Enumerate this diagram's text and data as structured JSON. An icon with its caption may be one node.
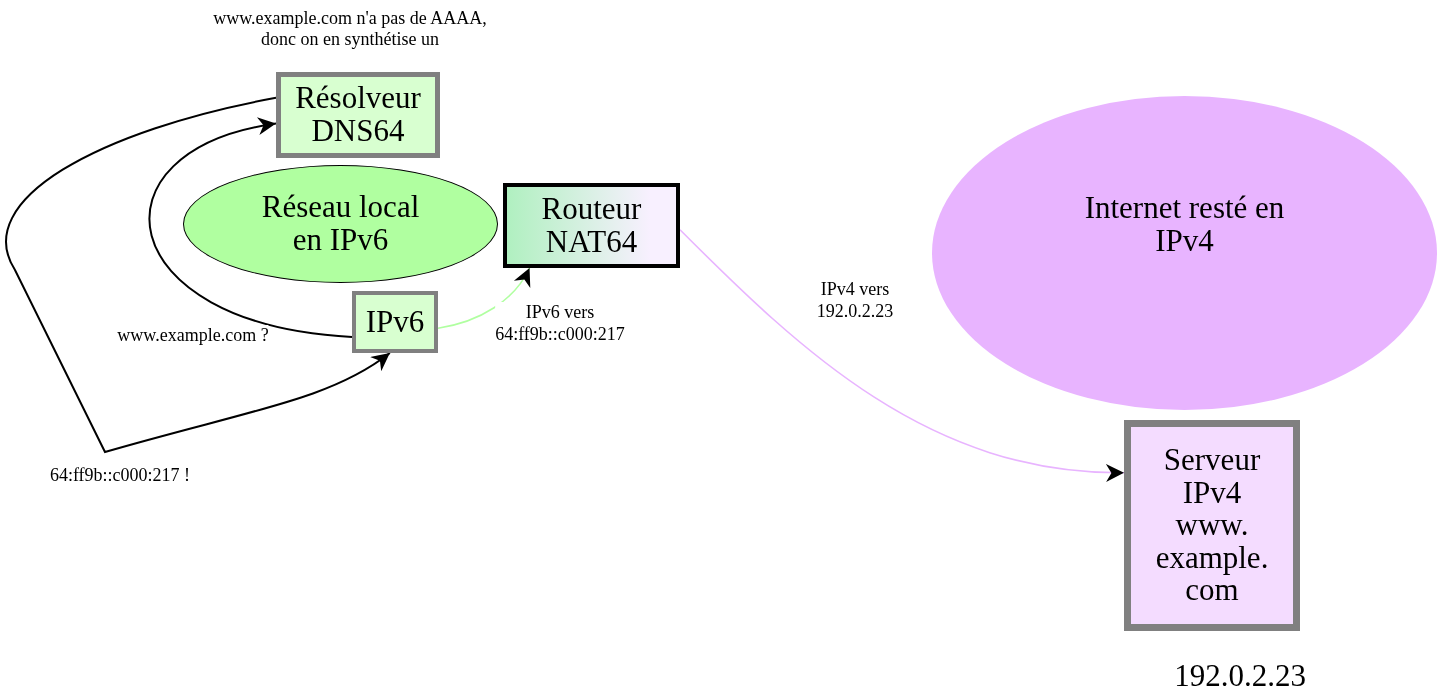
{
  "diagram": {
    "nodes": [
      {
        "text": [
          "Résolveur DNS64"
        ],
        "beside": [
          "www.example.com n'a pas de AAAA, donc on en synthétise un"
        ]
      },
      {
        "text": [
          "Réseau local en IPv6"
        ]
      },
      {
        "text": [
          "Routeur NAT64"
        ]
      },
      {
        "text": [
          "IPv6"
        ]
      },
      {
        "text": [
          "Internet resté en IPv4"
        ]
      },
      {
        "text": [
          "Serveur IPv4 www. example. com"
        ],
        "beside": [
          "192.0.2.23"
        ]
      }
    ],
    "edges": [
      {
        "from": 3,
        "to": 0,
        "arrow": "to",
        "label": "www.example.com ?"
      },
      {
        "from": 0,
        "to": 3,
        "arrow": "to",
        "label": "64:ff9b::c000:217 !"
      },
      {
        "from": 3,
        "to": 2,
        "arrow": "to",
        "label": "IPv6 vers 64:ff9b::c000:217",
        "color": "#b0ffa0"
      },
      {
        "from": 2,
        "to": 5,
        "arrow": "to",
        "label": "IPv4 vers 192.0.2.23",
        "color": "#e8b4ff"
      }
    ]
  }
}
